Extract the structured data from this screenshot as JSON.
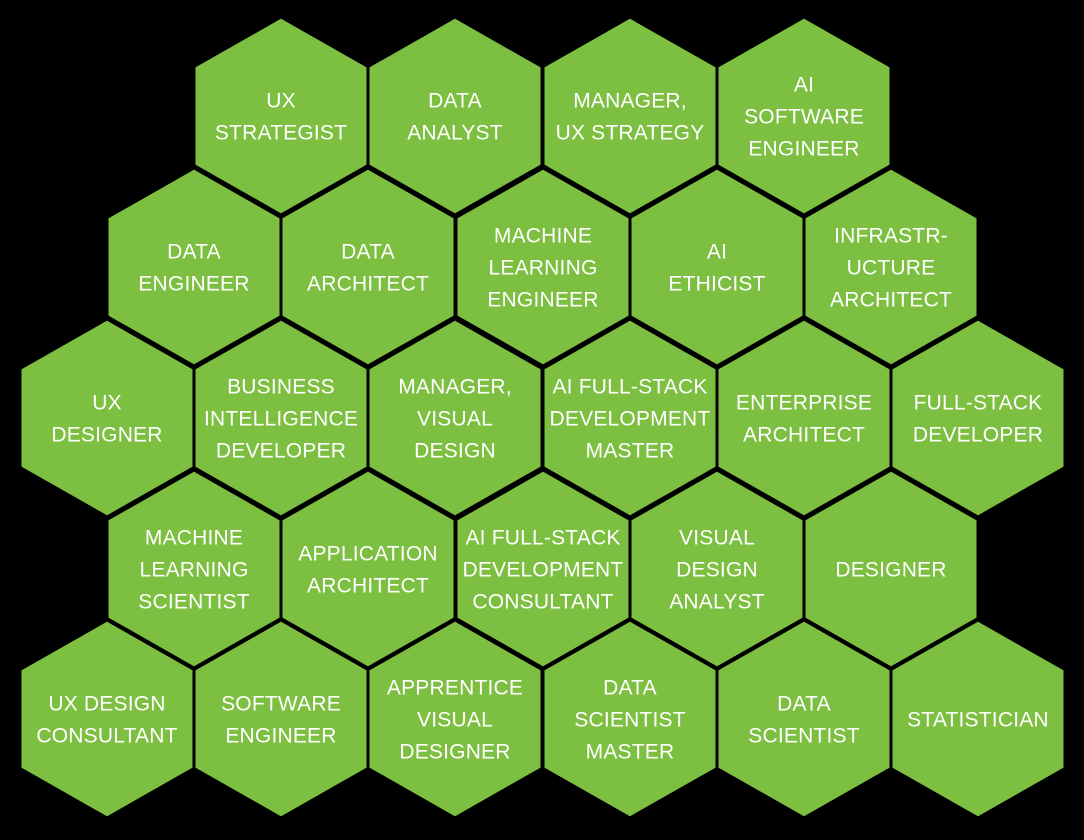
{
  "colors": {
    "background": "#000000",
    "hex_fill": "#7dbf40",
    "text": "#ffffff"
  },
  "rows": [
    {
      "hexes": [
        {
          "id": "ux-strategist",
          "lines": [
            "UX",
            "STRATEGIST"
          ]
        },
        {
          "id": "data-analyst",
          "lines": [
            "DATA",
            "ANALYST"
          ]
        },
        {
          "id": "manager-ux-strategy",
          "lines": [
            "MANAGER,",
            "UX STRATEGY"
          ]
        },
        {
          "id": "ai-software-engineer",
          "lines": [
            "AI",
            "SOFTWARE",
            "ENGINEER"
          ]
        }
      ]
    },
    {
      "hexes": [
        {
          "id": "data-engineer",
          "lines": [
            "DATA",
            "ENGINEER"
          ]
        },
        {
          "id": "data-architect",
          "lines": [
            "DATA",
            "ARCHITECT"
          ]
        },
        {
          "id": "machine-learning-engineer",
          "lines": [
            "MACHINE",
            "LEARNING",
            "ENGINEER"
          ]
        },
        {
          "id": "ai-ethicist",
          "lines": [
            "AI",
            "ETHICIST"
          ]
        },
        {
          "id": "infrastructure-architect",
          "lines": [
            "INFRASTR-",
            "UCTURE",
            "ARCHITECT"
          ]
        }
      ]
    },
    {
      "hexes": [
        {
          "id": "ux-designer",
          "lines": [
            "UX",
            "DESIGNER"
          ]
        },
        {
          "id": "business-intelligence-developer",
          "lines": [
            "BUSINESS",
            "INTELLIGENCE",
            "DEVELOPER"
          ]
        },
        {
          "id": "manager-visual-design",
          "lines": [
            "MANAGER,",
            "VISUAL",
            "DESIGN"
          ]
        },
        {
          "id": "ai-full-stack-development-master",
          "lines": [
            "AI FULL-STACK",
            "DEVELOPMENT",
            "MASTER"
          ]
        },
        {
          "id": "enterprise-architect",
          "lines": [
            "ENTERPRISE",
            "ARCHITECT"
          ]
        },
        {
          "id": "full-stack-developer",
          "lines": [
            "FULL-STACK",
            "DEVELOPER"
          ]
        }
      ]
    },
    {
      "hexes": [
        {
          "id": "machine-learning-scientist",
          "lines": [
            "MACHINE",
            "LEARNING",
            "SCIENTIST"
          ]
        },
        {
          "id": "application-architect",
          "lines": [
            "APPLICATION",
            "ARCHITECT"
          ]
        },
        {
          "id": "ai-full-stack-development-consultant",
          "lines": [
            "AI FULL-STACK",
            "DEVELOPMENT",
            "CONSULTANT"
          ]
        },
        {
          "id": "visual-design-analyst",
          "lines": [
            "VISUAL",
            "DESIGN",
            "ANALYST"
          ]
        },
        {
          "id": "designer",
          "lines": [
            "DESIGNER"
          ]
        }
      ]
    },
    {
      "hexes": [
        {
          "id": "ux-design-consultant",
          "lines": [
            "UX DESIGN",
            "CONSULTANT"
          ]
        },
        {
          "id": "software-engineer",
          "lines": [
            "SOFTWARE",
            "ENGINEER"
          ]
        },
        {
          "id": "apprentice-visual-designer",
          "lines": [
            "APPRENTICE",
            "VISUAL",
            "DESIGNER"
          ]
        },
        {
          "id": "data-scientist-master",
          "lines": [
            "DATA",
            "SCIENTIST",
            "MASTER"
          ]
        },
        {
          "id": "data-scientist",
          "lines": [
            "DATA",
            "SCIENTIST"
          ]
        },
        {
          "id": "statistician",
          "lines": [
            "STATISTICIAN"
          ]
        }
      ]
    }
  ]
}
